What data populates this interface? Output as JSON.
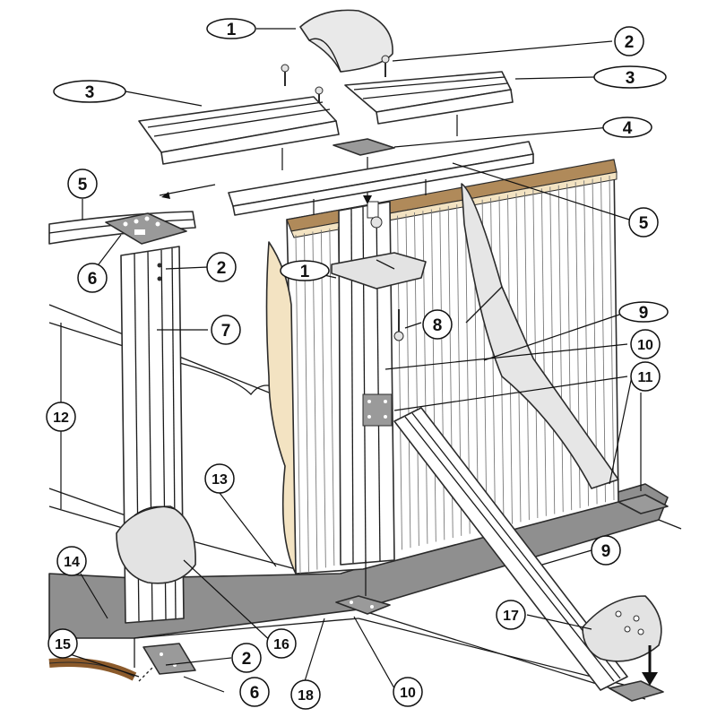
{
  "colors": {
    "outline": "#2b2b2b",
    "part_fill": "#ffffff",
    "cap_fill": "#e3e3e3",
    "shadow": "#c9c9c9",
    "floor_track": "#8f8f8f",
    "liner_beige": "#f3e3c2",
    "ledge_brown": "#b08a5a",
    "hose_brown": "#8b5a2b"
  },
  "callouts": [
    {
      "id": "c1a",
      "label": "1"
    },
    {
      "id": "c2a",
      "label": "2"
    },
    {
      "id": "c3a",
      "label": "3"
    },
    {
      "id": "c3b",
      "label": "3"
    },
    {
      "id": "c4",
      "label": "4"
    },
    {
      "id": "c5a",
      "label": "5"
    },
    {
      "id": "c5b",
      "label": "5"
    },
    {
      "id": "c6a",
      "label": "6"
    },
    {
      "id": "c2b",
      "label": "2"
    },
    {
      "id": "c1b",
      "label": "1"
    },
    {
      "id": "c7",
      "label": "7"
    },
    {
      "id": "c8",
      "label": "8"
    },
    {
      "id": "c9a",
      "label": "9"
    },
    {
      "id": "c10a",
      "label": "10"
    },
    {
      "id": "c11",
      "label": "11"
    },
    {
      "id": "c12",
      "label": "12"
    },
    {
      "id": "c13",
      "label": "13"
    },
    {
      "id": "c14",
      "label": "14"
    },
    {
      "id": "c9b",
      "label": "9"
    },
    {
      "id": "c17",
      "label": "17"
    },
    {
      "id": "c15",
      "label": "15"
    },
    {
      "id": "c16",
      "label": "16"
    },
    {
      "id": "c2c",
      "label": "2"
    },
    {
      "id": "c18",
      "label": "18"
    },
    {
      "id": "c6b",
      "label": "6"
    },
    {
      "id": "c10b",
      "label": "10"
    }
  ]
}
